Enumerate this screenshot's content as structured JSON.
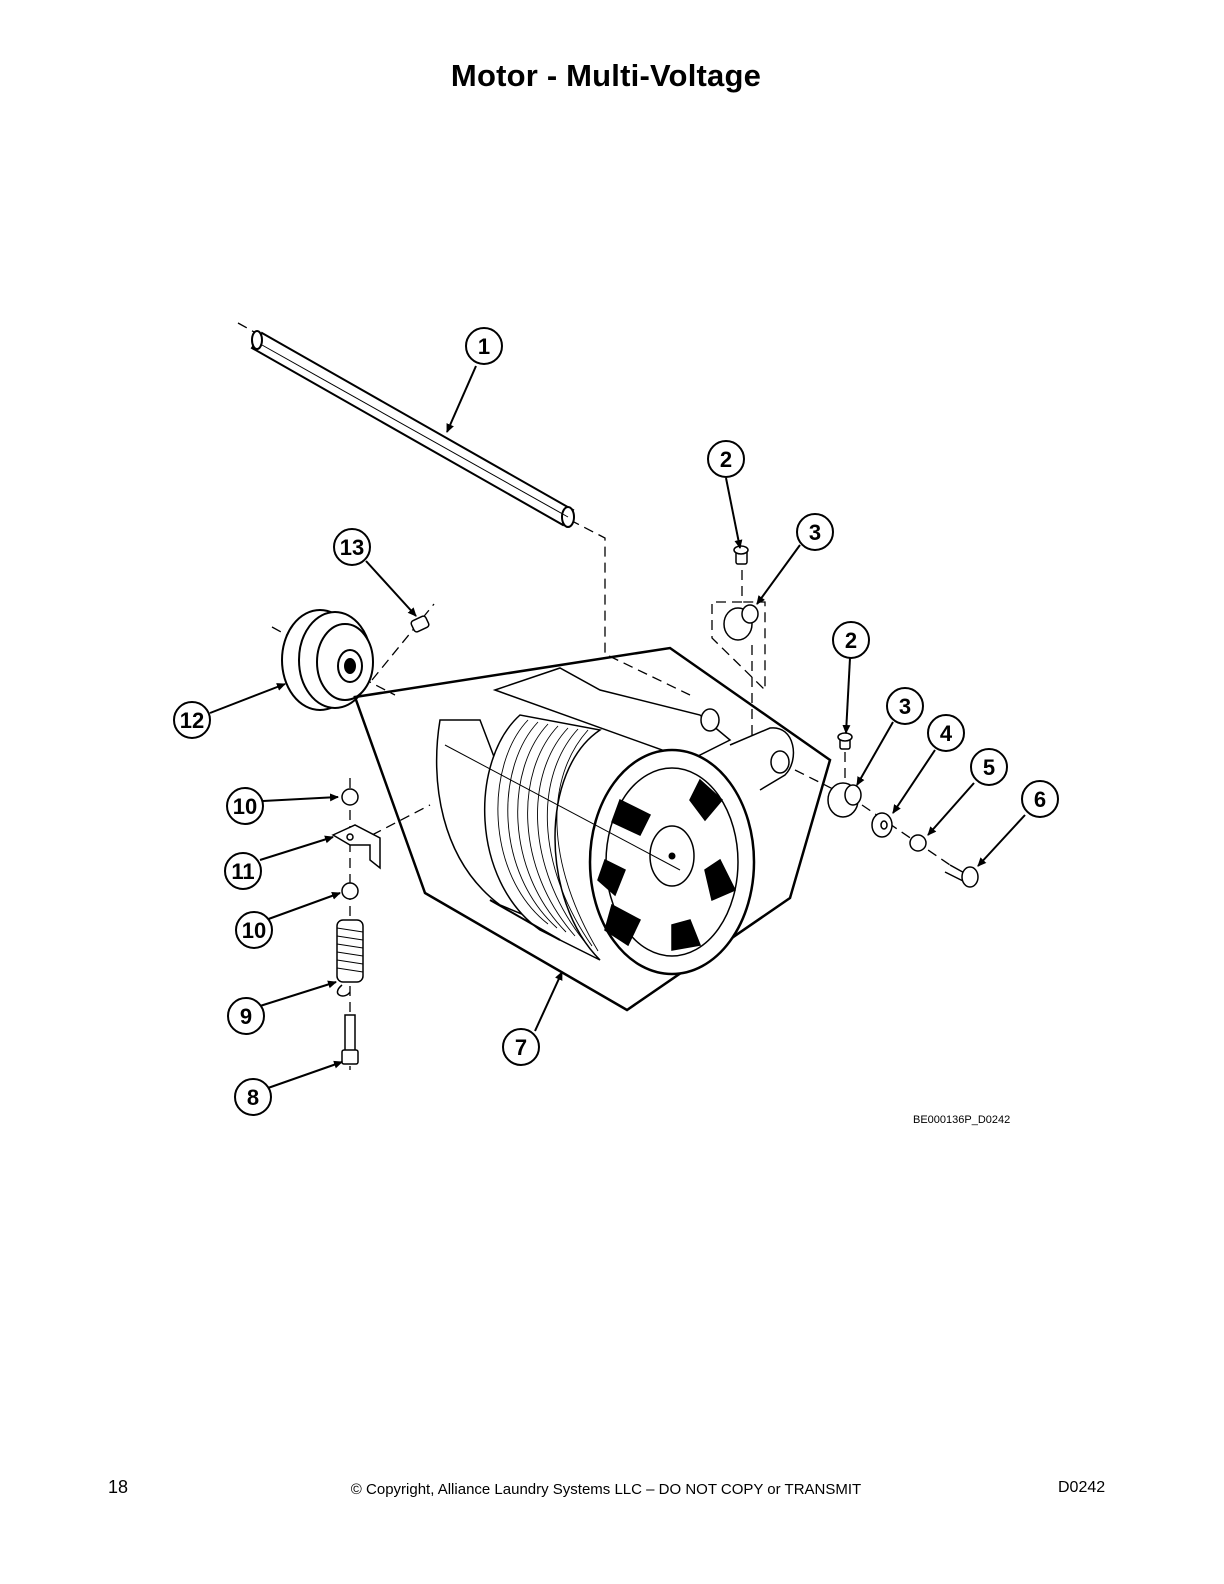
{
  "page": {
    "title": "Motor - Multi-Voltage",
    "drawing_code": "BE000136P_D0242",
    "page_number": "18",
    "copyright": "© Copyright, Alliance Laundry Systems LLC – DO NOT COPY or TRANSMIT",
    "document_id": "D0242"
  },
  "callouts": [
    "1",
    "2",
    "3",
    "2",
    "3",
    "4",
    "5",
    "6",
    "7",
    "8",
    "9",
    "10",
    "11",
    "10",
    "12",
    "13"
  ]
}
